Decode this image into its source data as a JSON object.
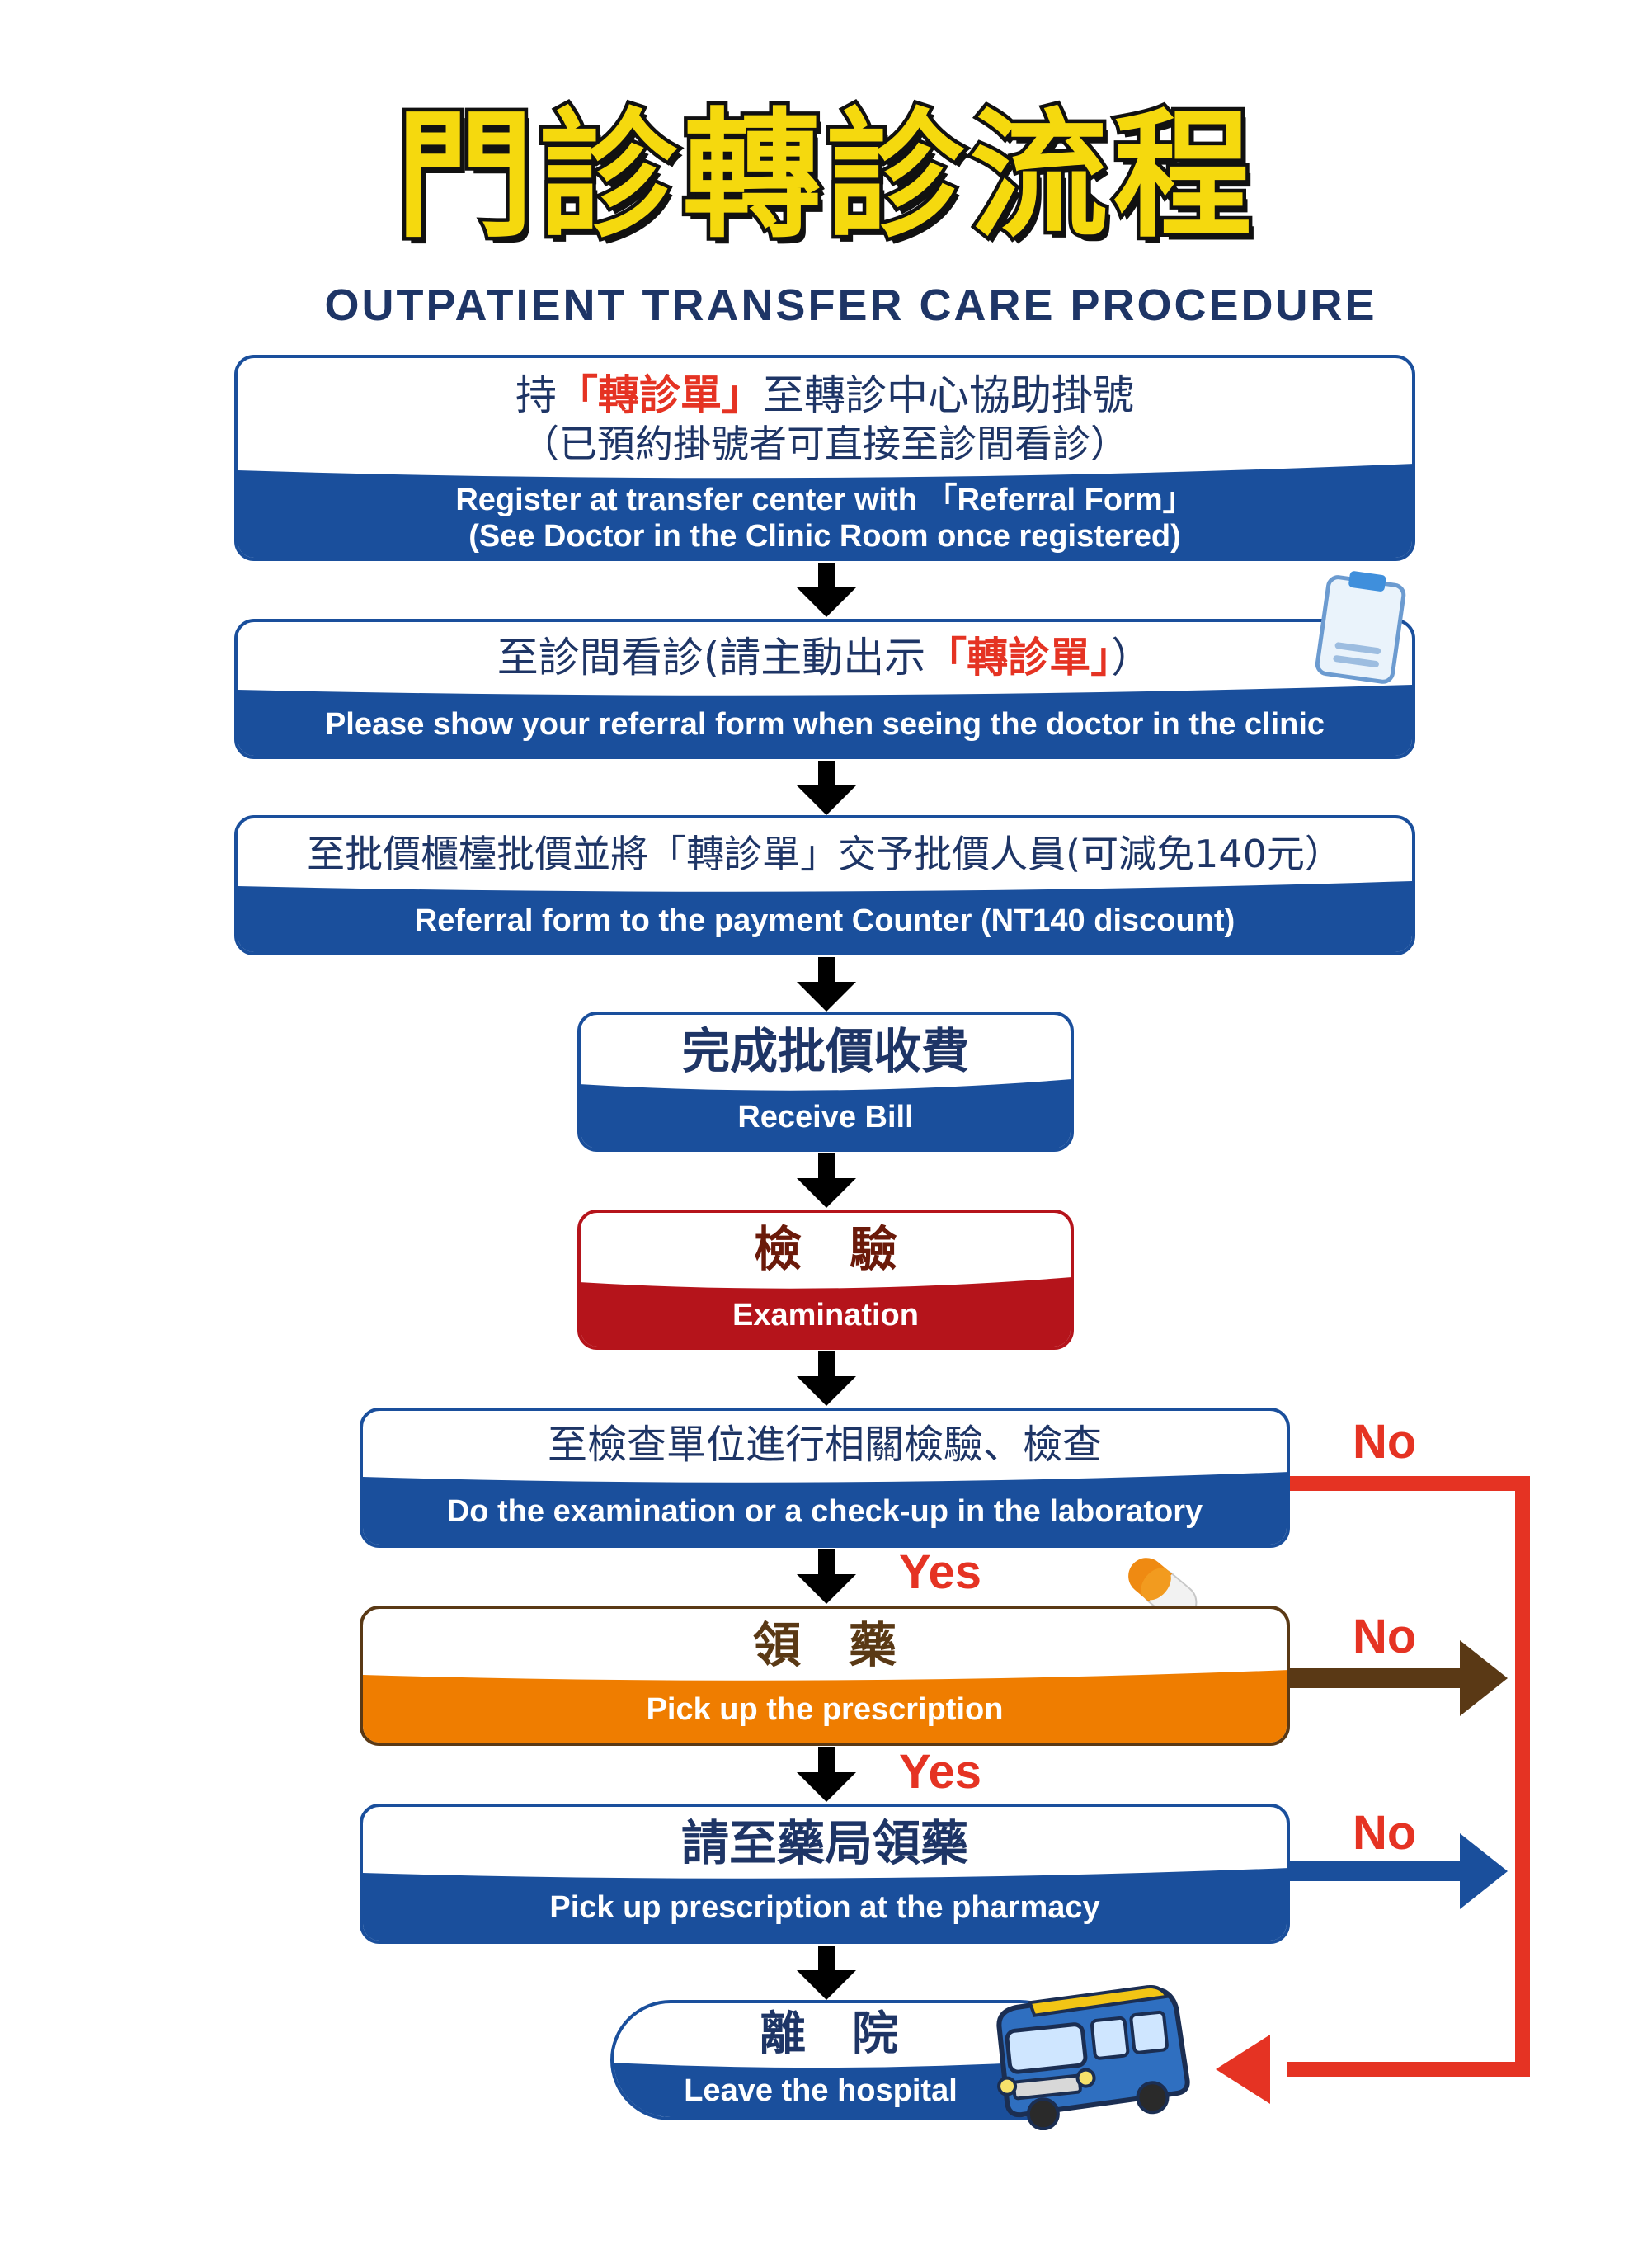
{
  "title_zh": "門診轉診流程",
  "title_en": "OUTPATIENT TRANSFER CARE PROCEDURE",
  "steps": [
    {
      "zh_pre": "持",
      "zh_highlight": "「轉診單」",
      "zh_post": "至轉診中心協助掛號",
      "zh_line2": "（已預約掛號者可直接至診間看診）",
      "en_line1": "Register at transfer center with 「Referral Form」",
      "en_line2": "(See Doctor in the Clinic Room once registered)"
    },
    {
      "zh_pre": "至診間看診(請主動出示",
      "zh_highlight": "「轉診單」",
      "zh_post": "）",
      "en": "Please show your referral form when seeing the doctor in the clinic"
    },
    {
      "zh": "至批價櫃檯批價並將「轉診單」交予批價人員(可減免140元）",
      "en": "Referral form to the payment Counter (NT140 discount)"
    },
    {
      "zh": "完成批價收費",
      "en": "Receive Bill"
    },
    {
      "zh": "檢　驗",
      "en": "Examination"
    },
    {
      "zh": "至檢查單位進行相關檢驗、檢查",
      "en": "Do the examination or a check-up in the laboratory"
    },
    {
      "zh": "領　藥",
      "en": "Pick up the prescription"
    },
    {
      "zh": "請至藥局領藥",
      "en": "Pick up prescription at the pharmacy"
    },
    {
      "zh": "離　院",
      "en": "Leave the hospital"
    }
  ],
  "branch_labels": {
    "yes_1": "Yes",
    "yes_2": "Yes",
    "no_1": "No",
    "no_2": "No",
    "no_3": "No"
  },
  "colors": {
    "blue": "#1a4f9c",
    "red_band": "#b5141b",
    "orange_band": "#ef7d00",
    "brown_arrow": "#5a3915",
    "red_arrow": "#e53323",
    "title_yellow": "#f5d90e"
  },
  "icons": [
    "clipboard-icon",
    "pill-icon",
    "bus-icon"
  ]
}
